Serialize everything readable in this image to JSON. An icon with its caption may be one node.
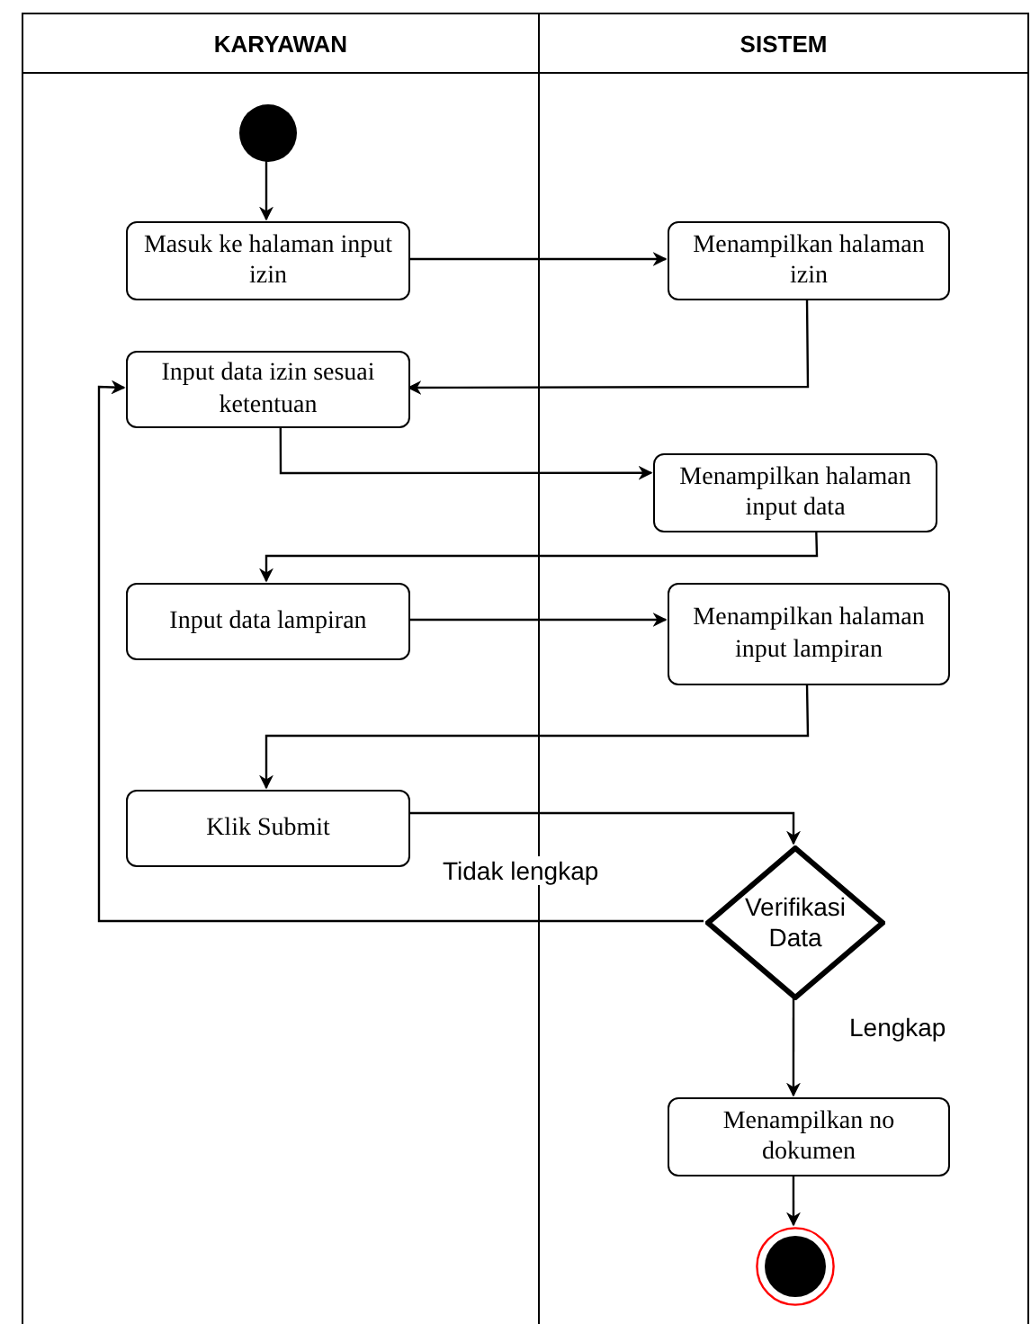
{
  "diagram": {
    "nodes": [
      {
        "text": [
          "KARYAWAN"
        ]
      },
      {
        "text": [
          "SISTEM"
        ]
      },
      {
        "text": [],
        "shape": "circle",
        "in": 0
      },
      {
        "text": [
          "Masuk ke halaman input izin"
        ],
        "in": 0
      },
      {
        "text": [
          "Menampilkan halaman izin"
        ],
        "in": 1
      },
      {
        "text": [
          "Input data izin sesuai ketentuan"
        ],
        "in": 0
      },
      {
        "text": [
          "Menampilkan halaman input data"
        ],
        "in": 1
      },
      {
        "text": [
          "Input data lampiran"
        ],
        "in": 0
      },
      {
        "text": [
          "Menampilkan halaman input lampiran"
        ],
        "in": 1
      },
      {
        "text": [
          "Klik Submit"
        ],
        "in": 0
      },
      {
        "text": [
          "Verifikasi Data"
        ],
        "in": 1
      },
      {
        "text": [
          "Menampilkan no dokumen"
        ],
        "in": 1
      },
      {
        "text": [],
        "shape": "circle",
        "in": 1
      }
    ],
    "edges": [
      {
        "from": 2,
        "to": 3,
        "arrow": "to"
      },
      {
        "from": 3,
        "to": 4,
        "arrow": "to"
      },
      {
        "from": 4,
        "to": 5,
        "arrow": "to"
      },
      {
        "from": 5,
        "to": 6,
        "arrow": "to"
      },
      {
        "from": 6,
        "to": 7,
        "arrow": "to"
      },
      {
        "from": 7,
        "to": 8,
        "arrow": "to"
      },
      {
        "from": 8,
        "to": 9,
        "arrow": "to"
      },
      {
        "from": 9,
        "to": 10,
        "arrow": "to"
      },
      {
        "from": 10,
        "to": 5,
        "arrow": "to",
        "label": "Tidak lengkap"
      },
      {
        "from": 10,
        "to": 11,
        "arrow": "to",
        "label": "Lengkap"
      },
      {
        "from": 11,
        "to": 12,
        "arrow": "to"
      }
    ]
  }
}
